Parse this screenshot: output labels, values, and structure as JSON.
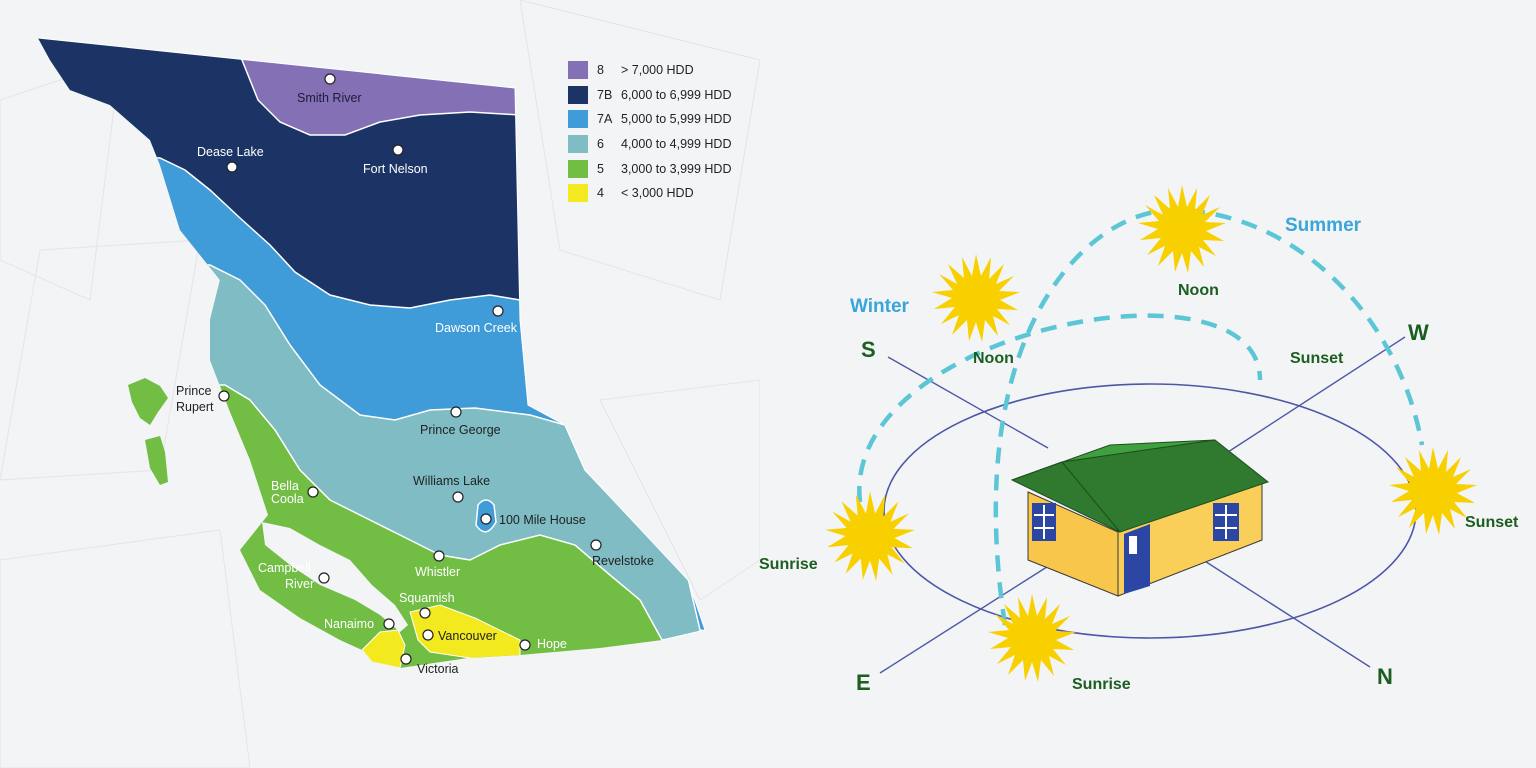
{
  "colors": {
    "zone_8": "#8470b4",
    "zone_7b": "#1b3465",
    "zone_7a": "#409cd8",
    "zone_6": "#7fbcc4",
    "zone_5": "#72bd44",
    "zone_4": "#f3e91f",
    "path_dash": "#5cc6d6",
    "sun": "#f8d000",
    "roof": "#2f7a2f",
    "wall": "#f7c64a",
    "door": "#2b46a3",
    "axis_line": "#4c57a6"
  },
  "legend": [
    {
      "code": "8",
      "range": "> 7,000 HDD",
      "color": "#8470b4"
    },
    {
      "code": "7B",
      "range": "6,000 to 6,999 HDD",
      "color": "#1b3465"
    },
    {
      "code": "7A",
      "range": "5,000 to 5,999 HDD",
      "color": "#409cd8"
    },
    {
      "code": "6",
      "range": "4,000 to 4,999 HDD",
      "color": "#7fbcc4"
    },
    {
      "code": "5",
      "range": "3,000 to 3,999 HDD",
      "color": "#72bd44"
    },
    {
      "code": "4",
      "range": "< 3,000 HDD",
      "color": "#f3e91f"
    }
  ],
  "cities": {
    "smith_river": "Smith River",
    "dease_lake": "Dease Lake",
    "fort_nelson": "Fort Nelson",
    "dawson_creek": "Dawson Creek",
    "prince_rupert_1": "Prince",
    "prince_rupert_2": "Rupert",
    "prince_george": "Prince George",
    "williams_lake": "Williams Lake",
    "bella_coola_1": "Bella",
    "bella_coola_2": "Coola",
    "hundred_mile_house": "100 Mile House",
    "revelstoke": "Revelstoke",
    "whistler": "Whistler",
    "campbell_river_1": "Campbell",
    "campbell_river_2": "River",
    "squamish": "Squamish",
    "nanaimo": "Nanaimo",
    "vancouver": "Vancouver",
    "hope": "Hope",
    "victoria": "Victoria"
  },
  "sun_diagram": {
    "directions": {
      "south": "S",
      "west": "W",
      "east": "E",
      "north": "N"
    },
    "seasons": {
      "winter": "Winter",
      "summer": "Summer"
    },
    "positions": {
      "winter_noon": "Noon",
      "summer_noon": "Noon",
      "winter_sunset": "Sunset",
      "summer_sunset": "Sunset",
      "winter_sunrise": "Sunrise",
      "summer_sunrise": "Sunrise"
    }
  }
}
